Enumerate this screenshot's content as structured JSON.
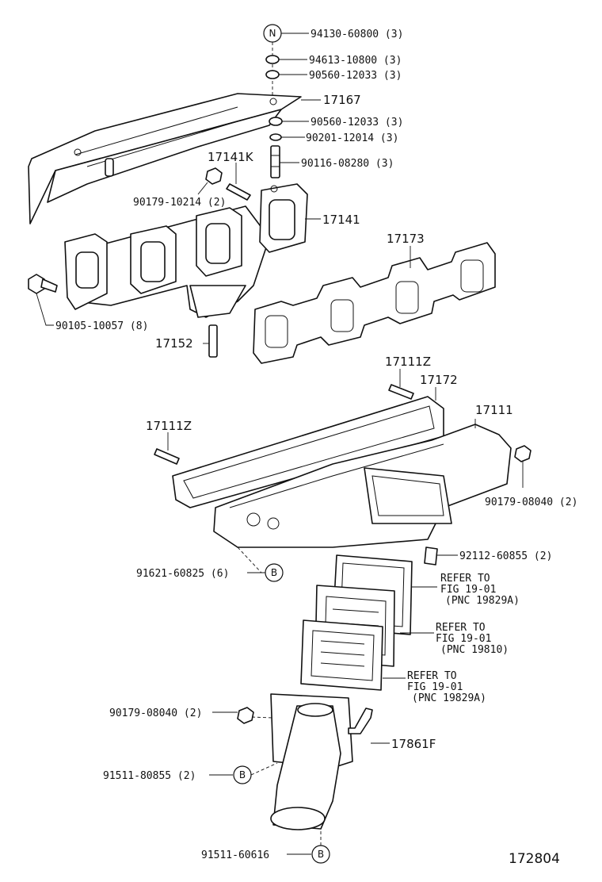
{
  "figure_number": "172804",
  "markers": {
    "n": "N",
    "b": "B"
  },
  "labels": {
    "l94130": "94130-60800 (3)",
    "l94613": "94613-10800 (3)",
    "l90560a": "90560-12033 (3)",
    "l17167": "17167",
    "l90560b": "90560-12033 (3)",
    "l90201": "90201-12014 (3)",
    "l17141k": "17141K",
    "l90116": "90116-08280 (3)",
    "l90179a": "90179-10214 (2)",
    "l17141": "17141",
    "l17173": "17173",
    "l90105": "90105-10057 (8)",
    "l17152": "17152",
    "l17111z_a": "17111Z",
    "l17172": "17172",
    "l17111z_b": "17111Z",
    "l17111": "17111",
    "l90179b": "90179-08040 (2)",
    "l92112": "92112-60855 (2)",
    "l91621": "91621-60825 (6)",
    "ref1_a": "REFER TO",
    "ref1_b": "FIG 19-01",
    "ref1_c": "(PNC 19829A)",
    "ref2_a": "REFER TO",
    "ref2_b": "FIG 19-01",
    "ref2_c": "(PNC 19810)",
    "ref3_a": "REFER TO",
    "ref3_b": "FIG 19-01",
    "ref3_c": "(PNC 19829A)",
    "l90179c": "90179-08040 (2)",
    "l17861f": "17861F",
    "l91511a": "91511-80855 (2)",
    "l91511b": "91511-60616"
  }
}
